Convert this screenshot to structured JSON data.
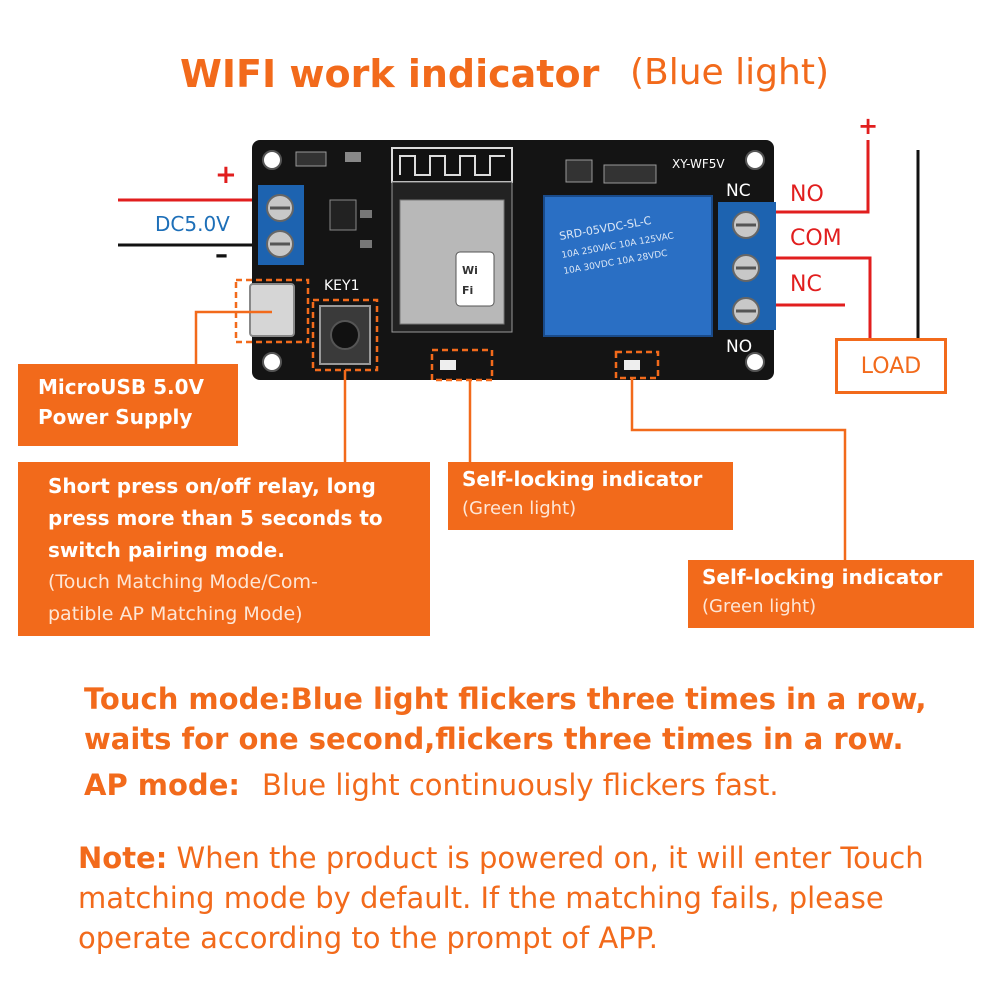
{
  "title": {
    "main": "WIFI work indicator",
    "sub": "(Blue light)"
  },
  "wiring": {
    "plus_left": "+",
    "minus_left": "–",
    "dc_label": "DC5.0V",
    "plus_right": "+",
    "no": "NO",
    "com": "COM",
    "nc": "NC",
    "load": "LOAD"
  },
  "board": {
    "model": "XY-WF5V",
    "key_label": "KEY1",
    "relay_nc_top": "NC",
    "relay_no_bottom": "NO",
    "wifi_logo": "Wi Fi",
    "relay_text_1": "SRD-05VDC-SL-C",
    "relay_text_2": "10A 250VAC 10A 125VAC",
    "relay_text_3": "10A 30VDC 10A 28VDC"
  },
  "callouts": {
    "usb": [
      "MicroUSB 5.0V",
      "Power Supply"
    ],
    "key_strong": [
      "Short press on/off relay, long",
      "press more than 5 seconds to",
      "switch pairing mode."
    ],
    "key_light": [
      "(Touch Matching Mode/Com-",
      "patible AP Matching Mode)"
    ],
    "lock1_title": "Self-locking indicator",
    "lock1_sub": "(Green light)",
    "lock2_title": "Self-locking indicator",
    "lock2_sub": "(Green light)"
  },
  "modes": {
    "touch_line1": "Touch mode:Blue light flickers three times in a row,",
    "touch_line2": "waits for one second,flickers three times in a row.",
    "ap_key": "AP mode:",
    "ap_text": "Blue light continuously flickers fast."
  },
  "note": {
    "key": "Note:",
    "text": " When the product is powered on, it will enter Touch matching mode by default. If the matching fails, please operate according to the prompt of APP."
  },
  "colors": {
    "accent": "#f26a1b",
    "wire_red": "#e11e1e",
    "wire_black": "#111111",
    "pcb": "#141414",
    "relay_blue": "#2a6fc4",
    "terminal_blue": "#1d63b0"
  }
}
